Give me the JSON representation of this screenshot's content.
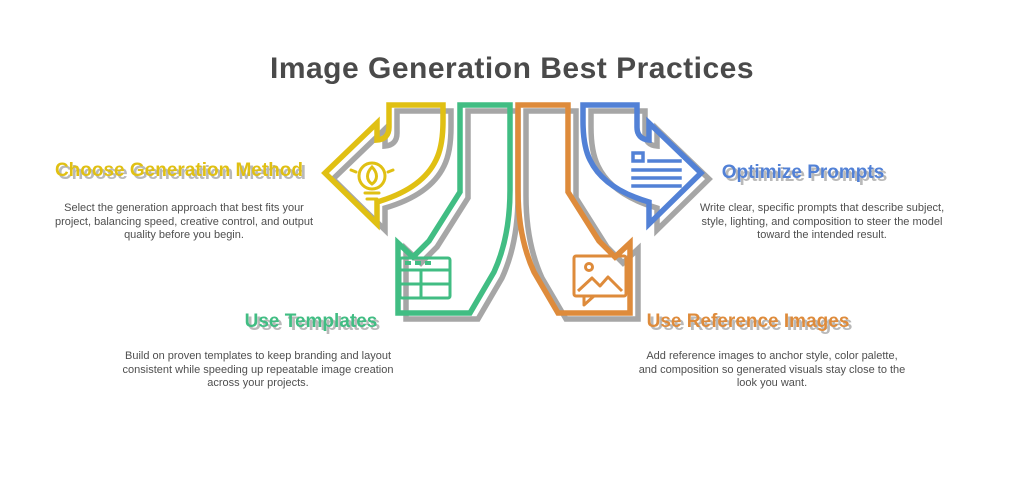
{
  "title": "Image Generation Best Practices",
  "colors": {
    "yellow": "#e0c013",
    "blue": "#5281d6",
    "green": "#41bd83",
    "orange": "#de8b3b",
    "shadow": "#a6a6a6",
    "title_text": "#4a4a4a",
    "body_text": "#4f4f4f"
  },
  "nodes": [
    {
      "id": "choose-generation-method",
      "label": "Choose Generation Method",
      "description": "Select the generation approach that best fits your project, balancing speed, creative control, and output quality before you begin.",
      "color": "#e0c013",
      "icon": "lightbulb-icon"
    },
    {
      "id": "optimize-prompts",
      "label": "Optimize Prompts",
      "description": "Write clear, specific prompts that describe subject, style, lighting, and composition to steer the model toward the intended result.",
      "color": "#5281d6",
      "icon": "list-icon"
    },
    {
      "id": "use-templates",
      "label": "Use Templates",
      "description": "Build on proven templates to keep branding and layout consistent while speeding up repeatable image creation across your projects.",
      "color": "#41bd83",
      "icon": "template-icon"
    },
    {
      "id": "use-reference-images",
      "label": "Use Reference Images",
      "description": "Add reference images to anchor style, color palette, and composition so generated visuals stay close to the look you want.",
      "color": "#de8b3b",
      "icon": "image-icon"
    }
  ]
}
